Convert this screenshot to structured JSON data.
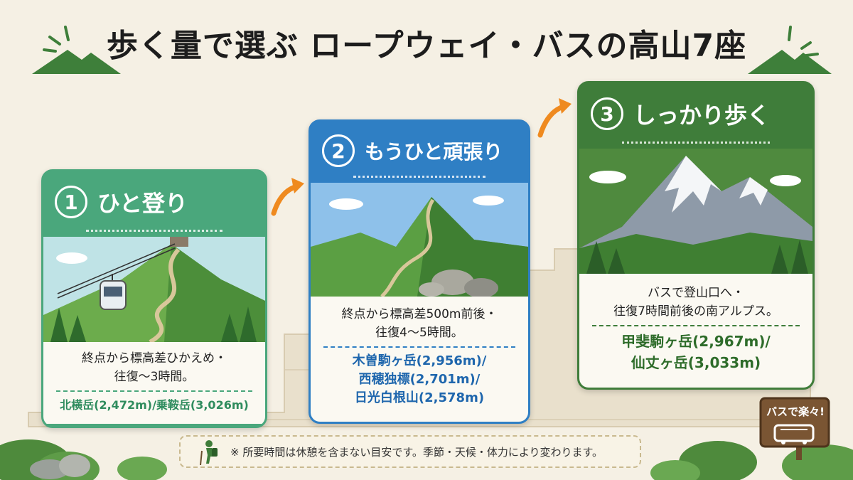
{
  "title": "歩く量で選ぶ ロープウェイ・バスの高山7座",
  "cards": [
    {
      "number": "1",
      "label": "ひと登り",
      "description": [
        "終点から標高差ひかえめ・",
        "往復〜3時間。"
      ],
      "peaks": [
        "北横岳(2,472m)/乗鞍岳(3,026m)"
      ],
      "color": "#4aa77c"
    },
    {
      "number": "2",
      "label": "もうひと頑張り",
      "description": [
        "終点から標高差500m前後・",
        "往復4〜5時間。"
      ],
      "peaks": [
        "木曽駒ヶ岳(2,956m)/",
        "西穂独標(2,701m)/",
        "日光白根山(2,578m)"
      ],
      "color": "#2f7fc4"
    },
    {
      "number": "3",
      "label": "しっかり歩く",
      "description": [
        "バスで登山口へ・",
        "往復7時間前後の南アルプス。"
      ],
      "peaks": [
        "甲斐駒ヶ岳(2,967m)/",
        "仙丈ヶ岳(3,033m)"
      ],
      "color": "#3f7d3a"
    }
  ],
  "note": "※ 所要時間は休憩を含まない目安です。季節・天候・体力により変わります。",
  "sign": "バスで楽々!"
}
